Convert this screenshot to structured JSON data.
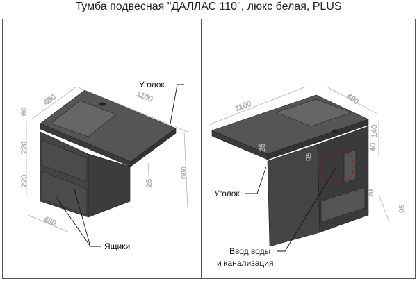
{
  "title": "Тумба подвесная \"ДАЛЛАС 110\", люкс белая, PLUS",
  "left_view": {
    "labels": {
      "corner": "Уголок",
      "drawers": "Ящики"
    },
    "dimensions": {
      "depth_top": "480",
      "width": "1100",
      "top_thickness": "60",
      "drawer1": "220",
      "drawer2": "220",
      "corner_thickness": "25",
      "height": "600",
      "depth_bottom": "480"
    }
  },
  "right_view": {
    "labels": {
      "corner": "Уголок",
      "inlet_line1": "Ввод воды",
      "inlet_line2": "и канализация"
    },
    "dimensions": {
      "width": "1100",
      "depth": "480",
      "d140": "140",
      "d40": "40",
      "corner_thickness": "25",
      "d95_left": "95",
      "d70": "70",
      "d95_bottom": "95"
    }
  },
  "colors": {
    "body": "#4a4a4a",
    "top": "#5a5a5a",
    "highlight_circle": "#cc0000"
  }
}
